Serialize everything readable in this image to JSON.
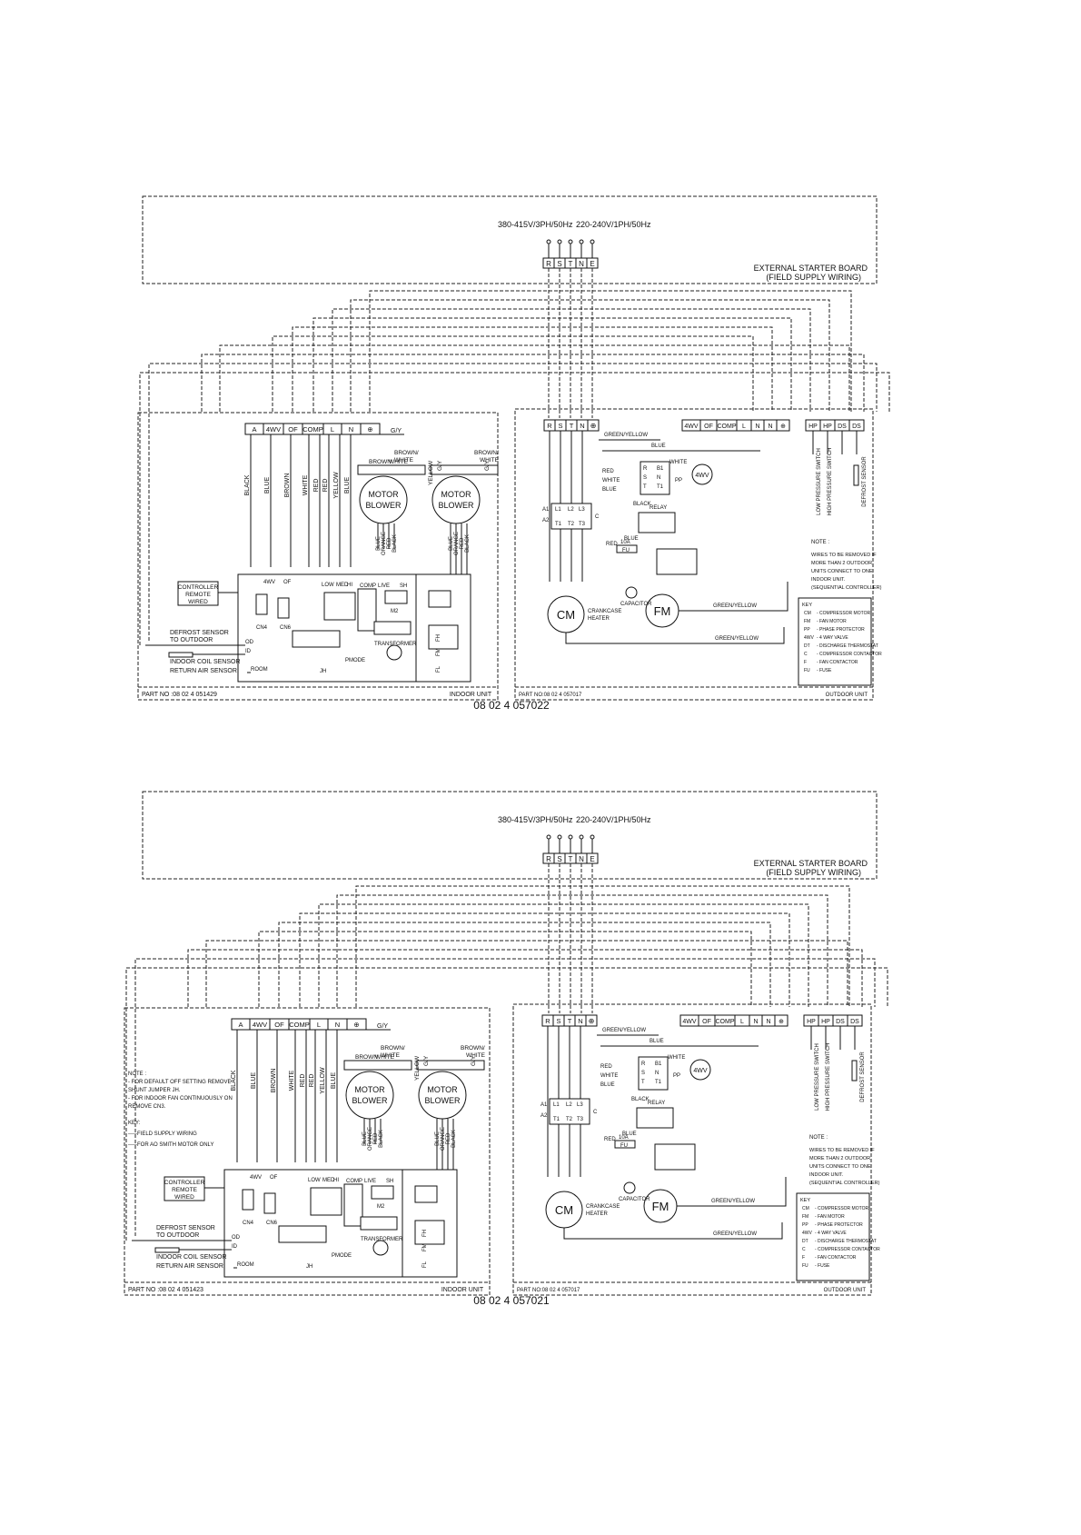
{
  "diagrams": [
    {
      "supply": {
        "voltage_3ph": "380-415V/3PH/50Hz",
        "voltage_1ph": "220-240V/1PH/50Hz",
        "terminals": [
          "R",
          "S",
          "T",
          "N",
          "E"
        ],
        "board_title": "EXTERNAL STARTER BOARD",
        "board_subtitle": "(FIELD SUPPLY WIRING)"
      },
      "indoor": {
        "terminals": [
          "A",
          "4WV",
          "OF",
          "COMP",
          "L",
          "N",
          "⊕"
        ],
        "gy": "G/Y",
        "wire_labels": [
          "BLACK",
          "BLUE",
          "BROWN",
          "WHITE",
          "RED",
          "RED",
          "YELLOW",
          "BLUE"
        ],
        "motor1": [
          "MOTOR",
          "BLOWER"
        ],
        "motor2": [
          "MOTOR",
          "BLOWER"
        ],
        "motor_wires": [
          "BROWN",
          "WHITE",
          "BROWN/",
          "WHITE",
          "YELLOW",
          "G/Y"
        ],
        "lower_wires": [
          "BLUE",
          "ORANGE",
          "RED",
          "BLACK"
        ],
        "controller": [
          "CONTROLLER",
          "REMOTE",
          "WIRED"
        ],
        "board_labels": [
          "4WV",
          "OF",
          "LOW",
          "MED",
          "HI",
          "COMP",
          "LIVE",
          "SH",
          "M2",
          "CN4",
          "CN6",
          "TRANSFORMER",
          "PMODE",
          "JH",
          "OD",
          "ID",
          "ROOM"
        ],
        "sensors": [
          "DEFROST SENSOR",
          "TO OUTDOOR",
          "INDOOR COIL SENSOR",
          "RETURN AIR SENSOR"
        ],
        "fl_labels": [
          "FL",
          "FM",
          "FH"
        ],
        "part_no": "PART NO :08 02 4 051429",
        "unit_label": "INDOOR UNIT",
        "notes": []
      },
      "outdoor": {
        "terminals": [
          "R",
          "S",
          "T",
          "N",
          "⊕",
          "4WV",
          "OF",
          "COMP",
          "L",
          "N",
          "N",
          "⊕",
          "HP",
          "HP",
          "DS",
          "DS"
        ],
        "top_wires": [
          "GREEN/YELLOW",
          "BLUE",
          "WHITE"
        ],
        "pp_labels": [
          "RED",
          "WHITE",
          "BLUE",
          "PP",
          "R",
          "S",
          "T",
          "B1",
          "N",
          "T1",
          "4WV"
        ],
        "relay_labels": [
          "A1",
          "A2",
          "C",
          "RELAY",
          "L1",
          "L2",
          "L3",
          "T1",
          "T2",
          "T3",
          "BLACK",
          "BLUE",
          "RED"
        ],
        "fuse": "10A",
        "fu": "FU",
        "cm": "CM",
        "fm": "FM",
        "capacitor": "CAPACITOR",
        "crankcase": [
          "CRANKCASE",
          "HEATER"
        ],
        "green_yellow": "GREEN/YELLOW",
        "switches": [
          "LOW PRESSURE SWITCH",
          "HIGH PRESSURE SWITCH",
          "DEFROST SENSOR"
        ],
        "note_title": "NOTE :",
        "note_text": [
          "WIRES TO BE REMOVED IF",
          "MORE THAN 2 OUTDOOR",
          "UNITS CONNECT TO ONE",
          "INDOOR UNIT.",
          "(SEQUENTIAL CONTROLLER)"
        ],
        "key_title": "KEY",
        "key": [
          [
            "CM",
            "- COMPRESSOR MOTOR"
          ],
          [
            "FM",
            "- FAN MOTOR"
          ],
          [
            "PP",
            "- PHASE PROTECTOR"
          ],
          [
            "4WV",
            "- 4 WAY VALVE"
          ],
          [
            "DT",
            "- DISCHARGE THERMOSTAT"
          ],
          [
            "C",
            "- COMPRESSOR CONTACTOR"
          ],
          [
            "F",
            "- FAN CONTACTOR"
          ],
          [
            "FU",
            "- FUSE"
          ]
        ],
        "part_no": "PART NO:08 02 4 057017",
        "unit_label": "OUTDOOR UNIT"
      },
      "drawing_no": "08 02 4 057022"
    },
    {
      "supply": {
        "voltage_3ph": "380-415V/3PH/50Hz",
        "voltage_1ph": "220-240V/1PH/50Hz",
        "terminals": [
          "R",
          "S",
          "T",
          "N",
          "E"
        ],
        "board_title": "EXTERNAL STARTER BOARD",
        "board_subtitle": "(FIELD SUPPLY WIRING)"
      },
      "indoor": {
        "terminals": [
          "A",
          "4WV",
          "OF",
          "COMP",
          "L",
          "N",
          "⊕"
        ],
        "gy": "G/Y",
        "wire_labels": [
          "BLACK",
          "BLUE",
          "BROWN",
          "WHITE",
          "RED",
          "RED",
          "YELLOW",
          "BLUE"
        ],
        "motor1": [
          "MOTOR",
          "BLOWER"
        ],
        "motor2": [
          "MOTOR",
          "BLOWER"
        ],
        "motor_wires": [
          "BROWN",
          "WHITE",
          "BROWN/",
          "WHITE",
          "YELLOW",
          "G/Y"
        ],
        "lower_wires": [
          "BLUE",
          "ORANGE",
          "RED",
          "BLACK"
        ],
        "controller": [
          "CONTROLLER",
          "REMOTE",
          "WIRED"
        ],
        "board_labels": [
          "4WV",
          "OF",
          "LOW",
          "MED",
          "HI",
          "COMP",
          "LIVE",
          "SH",
          "M2",
          "CN4",
          "CN6",
          "TRANSFORMER",
          "PMODE",
          "JH",
          "OD",
          "ID",
          "ROOM"
        ],
        "sensors": [
          "DEFROST SENSOR",
          "TO OUTDOOR",
          "INDOOR COIL SENSOR",
          "RETURN AIR SENSOR"
        ],
        "fl_labels": [
          "FL",
          "FM",
          "FH"
        ],
        "part_no": "PART NO :08 02 4 051423",
        "unit_label": "INDOOR UNIT",
        "notes": [
          "NOTE :",
          "- FOR DEFAULT OFF SETTING REMOVE",
          "  SHUNT JUMPER JH.",
          "- FOR INDOOR FAN CONTINUOUSLY ON",
          "  REMOVE CN3.",
          "KEY:",
          "-----FIELD SUPPLY WIRING",
          "-----FOR AO SMITH MOTOR ONLY"
        ]
      },
      "outdoor": {
        "terminals": [
          "R",
          "S",
          "T",
          "N",
          "⊕",
          "4WV",
          "OF",
          "COMP",
          "L",
          "N",
          "N",
          "⊕",
          "HP",
          "HP",
          "DS",
          "DS"
        ],
        "top_wires": [
          "GREEN/YELLOW",
          "BLUE",
          "WHITE"
        ],
        "pp_labels": [
          "RED",
          "WHITE",
          "BLUE",
          "PP",
          "R",
          "S",
          "T",
          "B1",
          "N",
          "T1",
          "4WV"
        ],
        "relay_labels": [
          "A1",
          "A2",
          "C",
          "RELAY",
          "L1",
          "L2",
          "L3",
          "T1",
          "T2",
          "T3",
          "BLACK",
          "BLUE",
          "RED"
        ],
        "fuse": "10A",
        "fu": "FU",
        "cm": "CM",
        "fm": "FM",
        "capacitor": "CAPACITOR",
        "crankcase": [
          "CRANKCASE",
          "HEATER"
        ],
        "green_yellow": "GREEN/YELLOW",
        "switches": [
          "LOW PRESSURE SWITCH",
          "HIGH PRESSURE SWITCH",
          "DEFROST SENSOR"
        ],
        "note_title": "NOTE :",
        "note_text": [
          "WIRES TO BE REMOVED IF",
          "MORE THAN 2 OUTDOOR",
          "UNITS CONNECT TO ONE",
          "INDOOR UNIT.",
          "(SEQUENTIAL CONTROLLER)"
        ],
        "key_title": "KEY",
        "key": [
          [
            "CM",
            "- COMPRESSOR MOTOR"
          ],
          [
            "FM",
            "- FAN MOTOR"
          ],
          [
            "PP",
            "- PHASE PROTECTOR"
          ],
          [
            "4WV",
            "- 4 WAY VALVE"
          ],
          [
            "DT",
            "- DISCHARGE THERMOSTAT"
          ],
          [
            "C",
            "- COMPRESSOR CONTACTOR"
          ],
          [
            "F",
            "- FAN CONTACTOR"
          ],
          [
            "FU",
            "- FUSE"
          ]
        ],
        "part_no": "PART NO:08 02 4 057017",
        "unit_label": "OUTDOOR UNIT"
      },
      "drawing_no": "08 02 4 057021"
    }
  ]
}
